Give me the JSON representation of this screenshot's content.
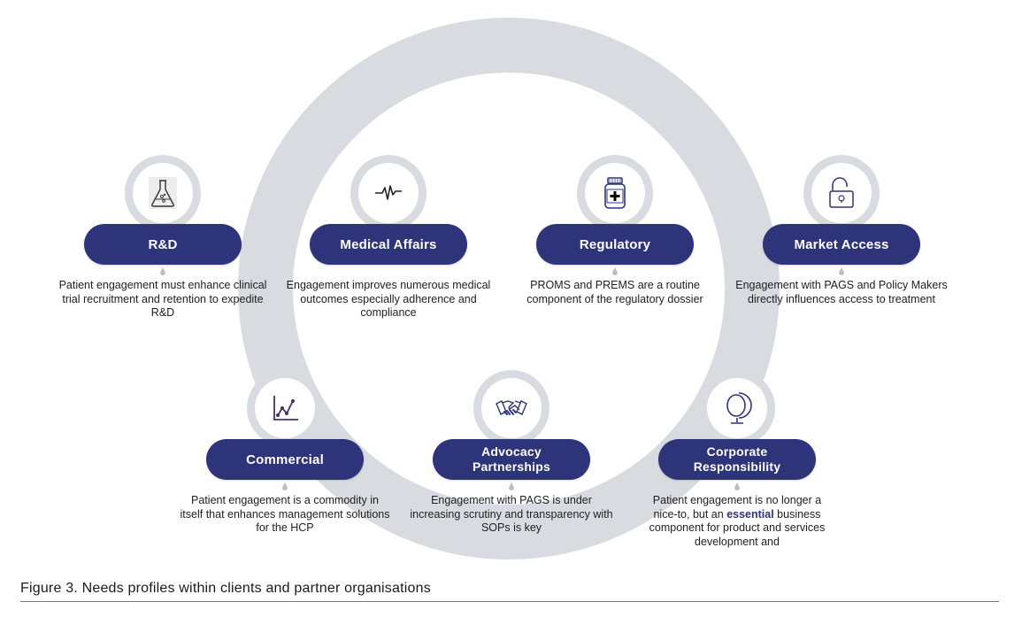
{
  "figure": {
    "caption": "Figure 3. Needs profiles within clients and partner organisations",
    "colors": {
      "pill": "#2e3479",
      "ring": "#d8dbe0",
      "text": "#1e1e1e",
      "icon": "#2e3479"
    }
  },
  "nodes": [
    {
      "id": "rd",
      "title": "R&D",
      "icon": "flask-icon",
      "description": "Patient engagement must enhance clinical trial recruitment and retention to expedite R&D"
    },
    {
      "id": "medical-affairs",
      "title": "Medical Affairs",
      "icon": "heartbeat-icon",
      "description": "Engagement improves numerous medical outcomes especially adherence and compliance"
    },
    {
      "id": "regulatory",
      "title": "Regulatory",
      "icon": "medicine-bottle-icon",
      "description": "PROMS and PREMS are a routine component of the regulatory dossier"
    },
    {
      "id": "market-access",
      "title": "Market Access",
      "icon": "unlocked-padlock-icon",
      "description": "Engagement with PAGS and Policy Makers directly influences access to treatment"
    },
    {
      "id": "commercial",
      "title": "Commercial",
      "icon": "line-chart-icon",
      "description": "Patient engagement is a commodity in itself that enhances management solutions for the HCP"
    },
    {
      "id": "advocacy-partnerships",
      "title": "Advocacy Partnerships",
      "icon": "handshake-icon",
      "description": "Engagement with PAGS is under increasing scrutiny and transparency with SOPs is key"
    },
    {
      "id": "corporate-responsibility",
      "title": "Corporate Responsibility",
      "icon": "globe-icon",
      "description_parts": {
        "before": "Patient engagement is no longer a nice-to, but an ",
        "emphasis": "essential",
        "after": " business component for product and services development and"
      }
    }
  ]
}
